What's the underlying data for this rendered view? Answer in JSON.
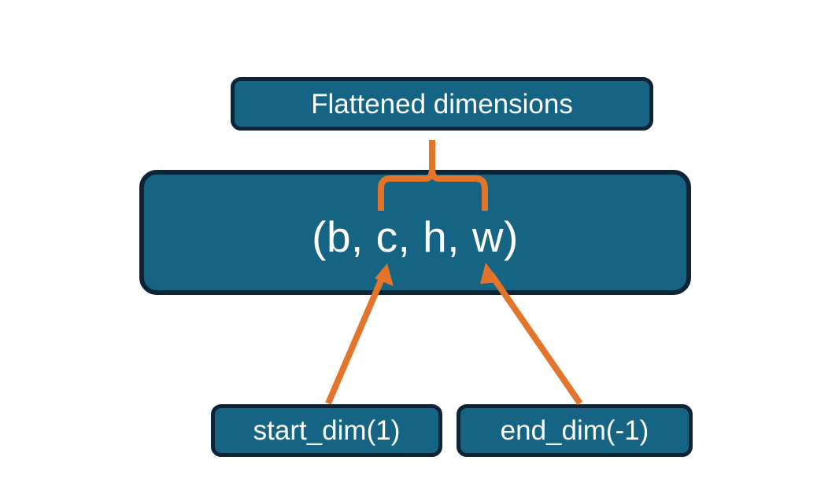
{
  "diagram": {
    "title_note": "PyTorch flatten start_dim / end_dim illustration",
    "background_color": "#ffffff",
    "node_fill_color": "#166483",
    "node_border_color": "#0d2435",
    "node_text_color": "#ffffff",
    "accent_color": "#e2752b"
  },
  "nodes": {
    "flattened": {
      "label": "Flattened dimensions"
    },
    "shape": {
      "label": "(b, c, h, w)"
    },
    "start_dim": {
      "label": "start_dim(1)"
    },
    "end_dim": {
      "label": "end_dim(-1)"
    }
  },
  "connectors": {
    "brace": {
      "name": "curly-brace-connector",
      "from": "shape",
      "to": "flattened",
      "color": "#e2752b"
    },
    "start_dim_arrow": {
      "name": "start-dim-arrow",
      "from": "start_dim",
      "to": "shape",
      "color": "#e2752b"
    },
    "end_dim_arrow": {
      "name": "end-dim-arrow",
      "from": "end_dim",
      "to": "shape",
      "color": "#e2752b"
    }
  }
}
